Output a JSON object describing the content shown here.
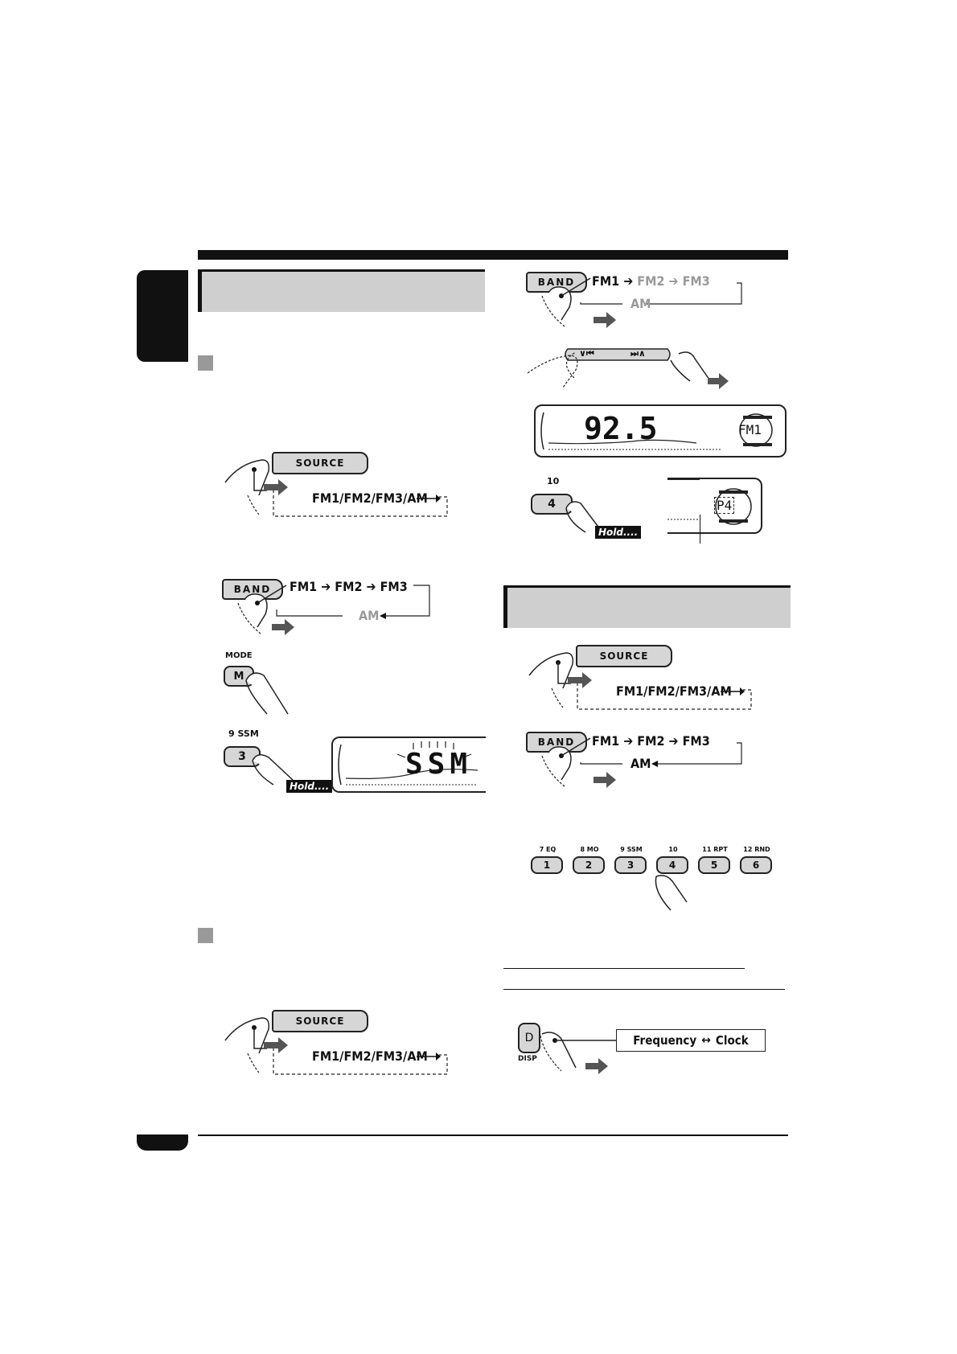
{
  "diagrams": {
    "source_button": "SOURCE",
    "band_button": "BAND",
    "source_sequence": "FM1/FM2/FM3/AM",
    "band_fm1": "FM1",
    "band_fm2": "FM2",
    "band_fm3": "FM3",
    "band_am": "AM",
    "mode_label": "MODE",
    "mode_key": "M",
    "ssm_label": "9  SSM",
    "key_3": "3",
    "hold": "Hold....",
    "lcd_ssm": "SSM",
    "lcd_freq": "92.5",
    "lcd_band": "FM1",
    "preset_label_10": "10",
    "key_4": "4",
    "lcd_preset": "P4",
    "disp_key": "D",
    "disp_label": "DISP",
    "disp_sequence_a": "Frequency",
    "disp_sequence_b": "Clock"
  },
  "preset_keys": [
    {
      "label": "7  EQ",
      "key": "1"
    },
    {
      "label": "8  MO",
      "key": "2"
    },
    {
      "label": "9  SSM",
      "key": "3"
    },
    {
      "label": "10",
      "key": "4"
    },
    {
      "label": "11  RPT",
      "key": "5"
    },
    {
      "label": "12  RND",
      "key": "6"
    }
  ],
  "colors": {
    "ink": "#111111",
    "panel": "#cfcfcf",
    "button": "#d6d6d6",
    "dim_text": "#9a9a9a"
  }
}
